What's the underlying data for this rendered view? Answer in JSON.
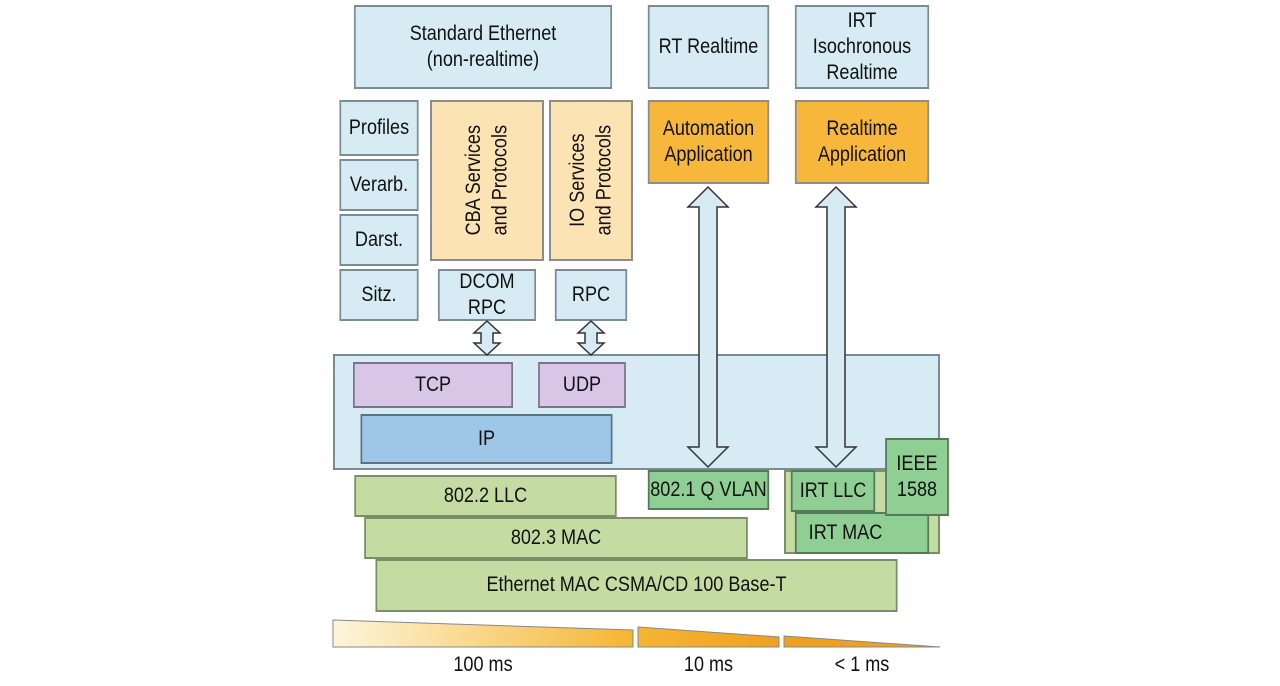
{
  "header": {
    "standard": "Standard Ethernet\n(non-realtime)",
    "rt": "RT Realtime",
    "irt": "IRT Isochronous\nRealtime"
  },
  "osi_layers": [
    "Profiles",
    "Verarb.",
    "Darst.",
    "Sitz."
  ],
  "cba": "CBA Services\nand Protocols",
  "io": "IO Services\nand Protocols",
  "automation": "Automation\nApplication",
  "realtime_app": "Realtime\nApplication",
  "dcom": "DCOM RPC",
  "rpc": "RPC",
  "tcp": "TCP",
  "udp": "UDP",
  "ip": "IP",
  "llc": "802.2 LLC",
  "qvlan": "802.1 Q VLAN",
  "irt_llc": "IRT LLC",
  "ieee": "IEEE\n1588",
  "mac": "802.3 MAC",
  "irt_mac": "IRT MAC",
  "ethernet": "Ethernet MAC CSMA/CD 100 Base-T",
  "timing": [
    "100 ms",
    "10 ms",
    "< 1 ms"
  ],
  "colors": {
    "header_blue": "#d7ebf4",
    "services_orange": "#fbe3b4",
    "app_orange": "#f7b73a",
    "transport_purple": "#d9c6e6",
    "ip_blue": "#9dc6e7",
    "link_green": "#c4dca2",
    "irt_green": "#8fcf94"
  }
}
